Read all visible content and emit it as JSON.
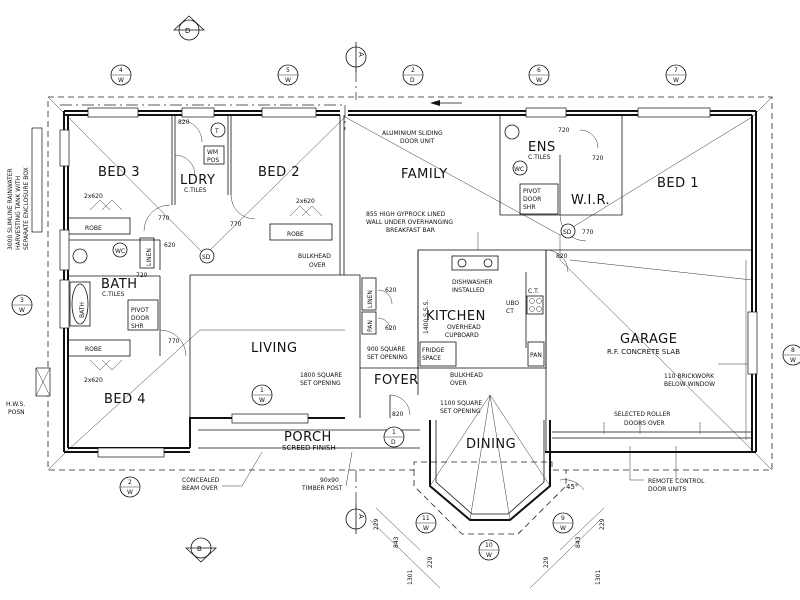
{
  "rooms": {
    "bed3": "BED 3",
    "bed2": "BED 2",
    "laundry": "LDRY",
    "laundry_note": "C.TILES",
    "family": "FAMILY",
    "ensuite": "ENS",
    "ensuite_note": "C.TILES",
    "wir": "W.I.R.",
    "bed1": "BED 1",
    "bath": "BATH",
    "bath_note": "C.TILES",
    "living": "LIVING",
    "kitchen": "KITCHEN",
    "garage": "GARAGE",
    "garage_note": "R.F. CONCRETE SLAB",
    "foyer": "FOYER",
    "bed4": "BED 4",
    "porch": "PORCH",
    "porch_note": "SCREED FINISH",
    "dining": "DINING"
  },
  "fixtures": {
    "robe": "ROBE",
    "wc": "WC",
    "linen": "LINEN",
    "pan": "PAN",
    "bath": "BATH",
    "pivot_door": "PIVOT",
    "door_word": "DOOR",
    "shr": "SHR",
    "wm": "WM",
    "pos": "POS",
    "dishwasher": "DISHWASHER",
    "installed": "INSTALLED",
    "ubo": "UBO",
    "ct": "CT",
    "ct_dot": "C.T.",
    "overhead": "OVERHEAD",
    "cupboard": "CUPBOARD",
    "fridge": "FRIDGE",
    "space": "SPACE",
    "sss": "1400 S.S.S.",
    "t": "T"
  },
  "notes": {
    "tank_1": "3000 SLIMLINE RAINWATER",
    "tank_2": "HARVESTING TANK WITH",
    "tank_3": "SEPARATE ENCLOSURE BOX",
    "hws_1": "H.W.S.",
    "hws_2": "POSN",
    "sliding_1": "ALUMINIUM SLIDING",
    "sliding_2": "DOOR UNIT",
    "gyprock_1": "855 HIGH GYPROCK LINED",
    "gyprock_2": "WALL UNDER OVERHANGING",
    "gyprock_3": "BREAKFAST BAR",
    "bulkhead": "BULKHEAD",
    "over": "OVER",
    "opening_1800_1": "1800 SQUARE",
    "opening_1800_2": "SET OPENING",
    "opening_900_1": "900 SQUARE",
    "opening_900_2": "SET OPENING",
    "opening_1100_1": "1100 SQUARE",
    "opening_1100_2": "SET OPENING",
    "brickwork_1": "110 BRICKWORK",
    "brickwork_2": "BELOW WINDOW",
    "roller_1": "SELECTED ROLLER",
    "roller_2": "DOORS OVER",
    "remote_1": "REMOTE CONTROL",
    "remote_2": "DOOR UNITS",
    "beam_1": "CONCEALED",
    "beam_2": "BEAM OVER",
    "post_1": "90x90",
    "post_2": "TIMBER POST",
    "angle": "45°"
  },
  "dimensions": {
    "d820": "820",
    "d770": "770",
    "d720": "720",
    "d620": "620",
    "d2x620": "2x620",
    "d229": "229",
    "d843": "843",
    "d1301": "1301"
  },
  "markers": {
    "letter_d": "D",
    "letter_b": "B",
    "letter_a": "A",
    "w": "W",
    "n1": "1",
    "n2": "2",
    "n3": "3",
    "n4": "4",
    "n5": "5",
    "n6": "6",
    "n7": "7",
    "n8": "8",
    "n9": "9",
    "n10": "10",
    "n11": "11",
    "sd": "SD"
  }
}
